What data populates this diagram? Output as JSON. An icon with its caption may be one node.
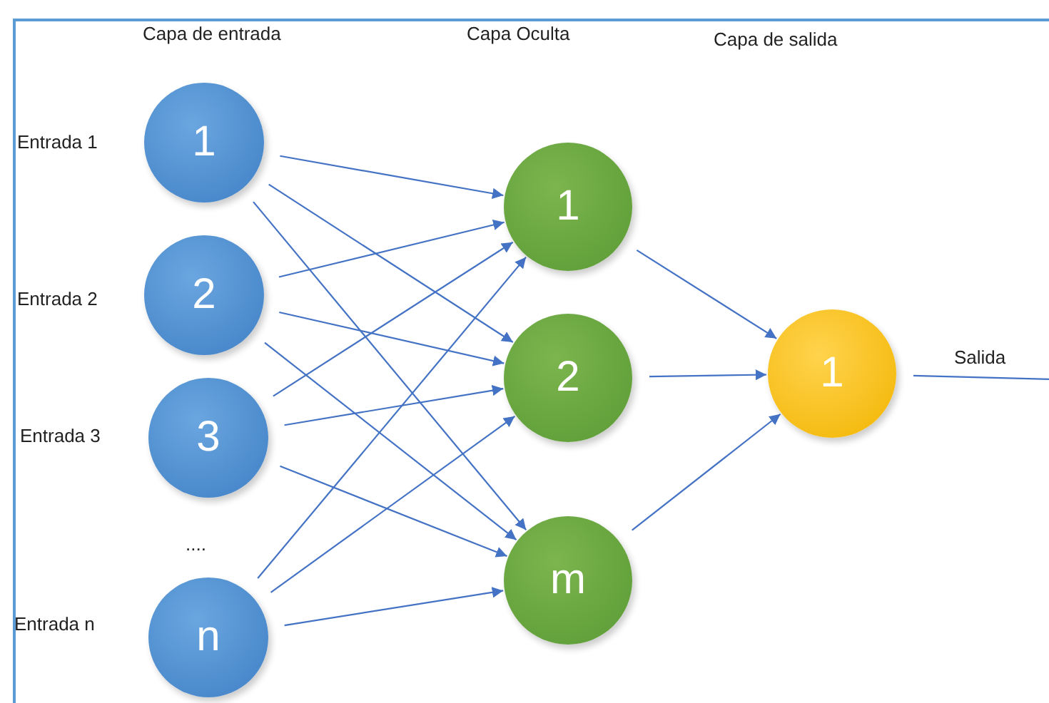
{
  "diagram": {
    "nodes": [
      {
        "text": [
          "1"
        ],
        "beside": [
          "Entrada 1"
        ]
      },
      {
        "text": [
          "2"
        ],
        "beside": [
          "Entrada 2"
        ]
      },
      {
        "text": [
          "3"
        ],
        "beside": [
          "Entrada 3"
        ]
      },
      {
        "text": [
          "n"
        ],
        "beside": [
          "Entrada n"
        ]
      },
      {
        "text": [
          "1"
        ]
      },
      {
        "text": [
          "2"
        ]
      },
      {
        "text": [
          "m"
        ]
      },
      {
        "text": [
          "1"
        ]
      }
    ],
    "edges": [
      {
        "from": 0,
        "to": 4,
        "arrow": "to"
      },
      {
        "from": 0,
        "to": 5,
        "arrow": "to"
      },
      {
        "from": 0,
        "to": 6,
        "arrow": "to"
      },
      {
        "from": 1,
        "to": 4,
        "arrow": "to"
      },
      {
        "from": 1,
        "to": 5,
        "arrow": "to"
      },
      {
        "from": 1,
        "to": 6,
        "arrow": "to"
      },
      {
        "from": 2,
        "to": 4,
        "arrow": "to"
      },
      {
        "from": 2,
        "to": 5,
        "arrow": "to"
      },
      {
        "from": 2,
        "to": 6,
        "arrow": "to"
      },
      {
        "from": 3,
        "to": 4,
        "arrow": "to"
      },
      {
        "from": 3,
        "to": 5,
        "arrow": "to"
      },
      {
        "from": 3,
        "to": 6,
        "arrow": "to"
      },
      {
        "from": 4,
        "to": 7,
        "arrow": "to"
      },
      {
        "from": 5,
        "to": 7,
        "arrow": "to"
      },
      {
        "from": 6,
        "to": 7,
        "arrow": "to"
      },
      {
        "from": 7,
        "to": null,
        "label": "Salida",
        "arrow": "none"
      }
    ],
    "labels": [
      "Capa de entrada",
      "Capa Oculta",
      "Capa de salida",
      "...."
    ]
  }
}
